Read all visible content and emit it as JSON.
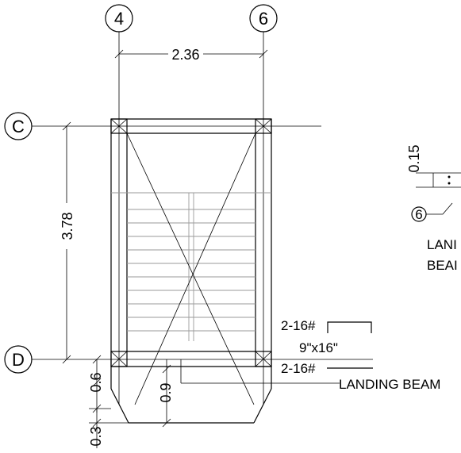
{
  "grid_bubbles": {
    "top_left": "4",
    "top_right": "6",
    "left_top": "C",
    "left_bottom": "D",
    "right_detail": "6"
  },
  "dimensions": {
    "width": "2.36",
    "height": "3.78",
    "gap_small": "0.6",
    "gap_mid": "0.9",
    "gap_bottom": "0.3",
    "detail_thickness": "0.15"
  },
  "labels": {
    "bar_top": "2-16#",
    "beam_section": "9\"x16\"",
    "bar_bottom": "2-16#",
    "landing_beam": "LANDING BEAM",
    "detail_line1": "LANI",
    "detail_line2": "BEAI"
  }
}
